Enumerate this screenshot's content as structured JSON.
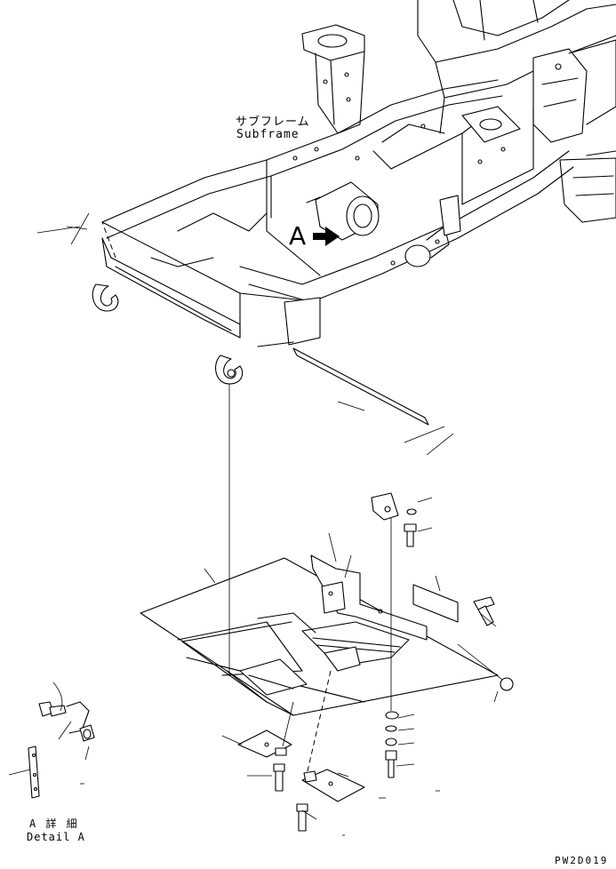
{
  "labels": {
    "subframe_jp": "サブフレーム",
    "subframe_en": "Subframe",
    "callout_a": "A",
    "detail_jp": "A 詳 細",
    "detail_en": "Detail A",
    "drawing_number": "PW2D019"
  },
  "icons": {
    "view_arrow": "arrow-right-icon"
  }
}
